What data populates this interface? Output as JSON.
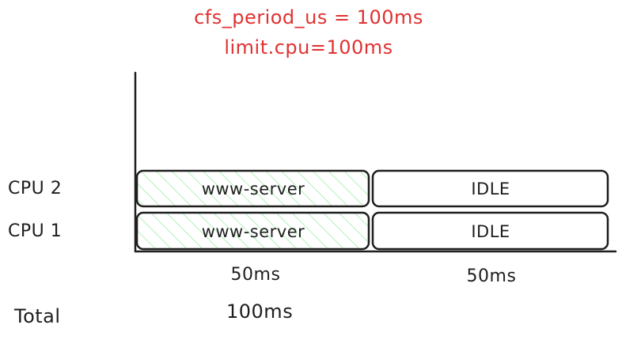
{
  "annotation": {
    "line1": "cfs_period_us = 100ms",
    "line2": "limit.cpu=100ms"
  },
  "rows": [
    {
      "label": "CPU 2",
      "segments": [
        {
          "label": "www-server",
          "duration_ms": 50,
          "state": "busy"
        },
        {
          "label": "IDLE",
          "duration_ms": 50,
          "state": "idle"
        }
      ]
    },
    {
      "label": "CPU 1",
      "segments": [
        {
          "label": "www-server",
          "duration_ms": 50,
          "state": "busy"
        },
        {
          "label": "IDLE",
          "duration_ms": 50,
          "state": "idle"
        }
      ]
    }
  ],
  "timeline": {
    "segment_labels": [
      "50ms",
      "50ms"
    ]
  },
  "total": {
    "label": "Total",
    "value": "100ms"
  },
  "colors": {
    "annotation": "#e03131",
    "stroke": "#1e1e1e",
    "hatch": "#b2f2bb"
  }
}
